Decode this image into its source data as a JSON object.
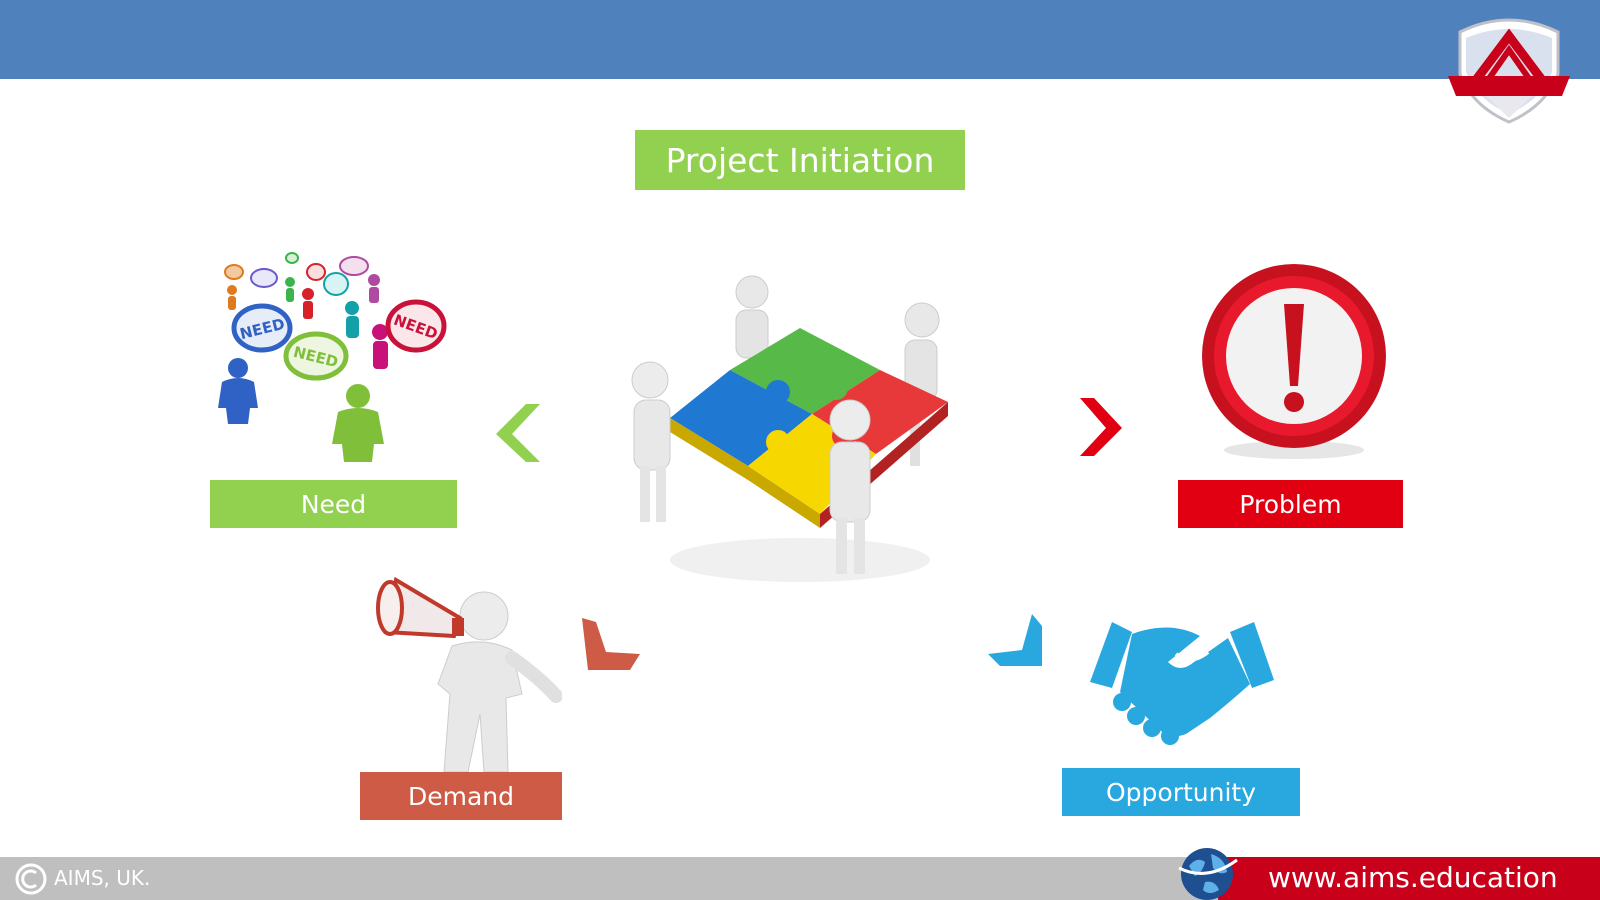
{
  "title": "Project Initiation",
  "labels": {
    "need": "Need",
    "problem": "Problem",
    "demand": "Demand",
    "opportunity": "Opportunity"
  },
  "footer": {
    "left": "AIMS, UK.",
    "url": "www.aims.education"
  },
  "need_bubble_text": "NEED",
  "colors": {
    "header": "#4f81bd",
    "need": "#92d050",
    "problem": "#e00012",
    "demand": "#cd5b45",
    "opportunity": "#29a8e0",
    "footer": "#bfbfbf",
    "footer_accent": "#c9001a"
  }
}
